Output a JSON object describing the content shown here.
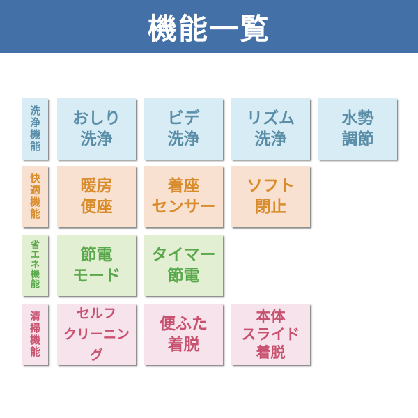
{
  "title": "機能一覧",
  "rows": [
    {
      "label": "洗\n浄\n機\n能",
      "items": [
        "おしり\n洗浄",
        "ビデ\n洗浄",
        "リズム\n洗浄",
        "水勢\n調節"
      ]
    },
    {
      "label": "快\n適\n機\n能",
      "items": [
        "暖房\n便座",
        "着座\nセンサー",
        "ソフト\n閉止"
      ]
    },
    {
      "label": "省\nエ\nネ\n機\n能",
      "items": [
        "節電\nモード",
        "タイマー\n節電"
      ]
    },
    {
      "label": "清\n掃\n機\n能",
      "items": [
        "セルフ\nクリーニング",
        "便ふた\n着脱",
        "本体\nスライド\n着脱"
      ]
    }
  ],
  "colors": {
    "header": "#4470a8",
    "wash": "#d8ecf6",
    "comfort": "#f8e1d1",
    "eco": "#e3efd3",
    "clean": "#f6e3ec"
  }
}
